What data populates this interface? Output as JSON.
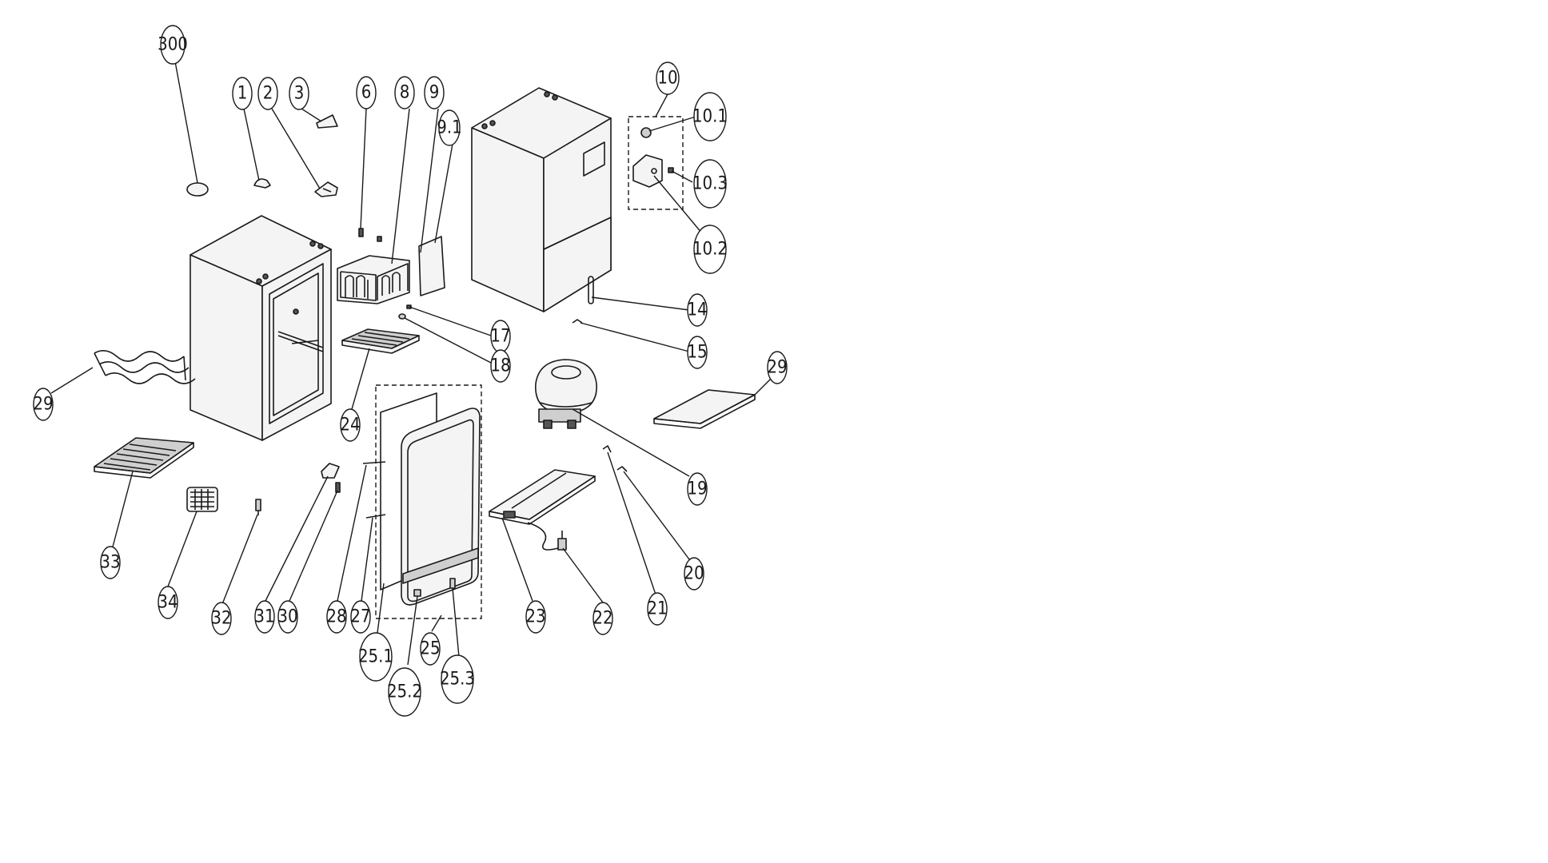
{
  "callouts": [
    {
      "id": "300",
      "label": "300"
    },
    {
      "id": "1",
      "label": "1"
    },
    {
      "id": "2",
      "label": "2"
    },
    {
      "id": "3",
      "label": "3"
    },
    {
      "id": "6",
      "label": "6"
    },
    {
      "id": "8",
      "label": "8"
    },
    {
      "id": "9",
      "label": "9"
    },
    {
      "id": "9.1",
      "label": "9.1"
    },
    {
      "id": "10",
      "label": "10"
    },
    {
      "id": "10.1",
      "label": "10.1"
    },
    {
      "id": "10.3",
      "label": "10.3"
    },
    {
      "id": "10.2",
      "label": "10.2"
    },
    {
      "id": "14",
      "label": "14"
    },
    {
      "id": "15",
      "label": "15"
    },
    {
      "id": "17",
      "label": "17"
    },
    {
      "id": "18",
      "label": "18"
    },
    {
      "id": "29a",
      "label": "29"
    },
    {
      "id": "29b",
      "label": "29"
    },
    {
      "id": "24",
      "label": "24"
    },
    {
      "id": "19",
      "label": "19"
    },
    {
      "id": "20",
      "label": "20"
    },
    {
      "id": "21",
      "label": "21"
    },
    {
      "id": "22",
      "label": "22"
    },
    {
      "id": "23",
      "label": "23"
    },
    {
      "id": "33",
      "label": "33"
    },
    {
      "id": "34",
      "label": "34"
    },
    {
      "id": "32",
      "label": "32"
    },
    {
      "id": "31",
      "label": "31"
    },
    {
      "id": "30",
      "label": "30"
    },
    {
      "id": "28",
      "label": "28"
    },
    {
      "id": "27",
      "label": "27"
    },
    {
      "id": "25.1",
      "label": "25.1"
    },
    {
      "id": "25",
      "label": "25"
    },
    {
      "id": "25.2",
      "label": "25.2"
    },
    {
      "id": "25.3",
      "label": "25.3"
    }
  ]
}
